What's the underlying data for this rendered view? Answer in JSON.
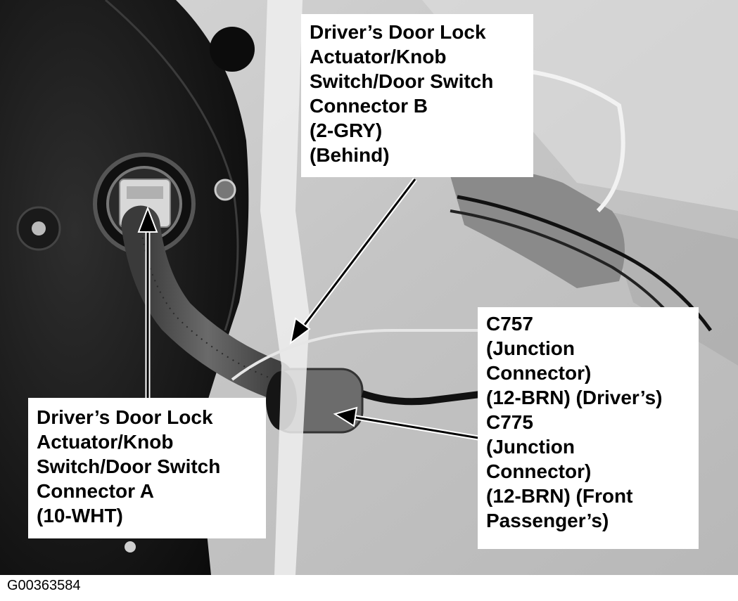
{
  "callouts": {
    "connector_b": {
      "lines": [
        "Driver’s Door Lock",
        "Actuator/Knob",
        "Switch/Door Switch",
        "Connector B",
        "(2-GRY)",
        "(Behind)"
      ]
    },
    "connector_a": {
      "lines": [
        "Driver’s Door Lock",
        "Actuator/Knob",
        "Switch/Door Switch",
        "Connector A",
        "(10-WHT)"
      ]
    },
    "junction": {
      "lines": [
        "C757",
        "(Junction",
        "Connector)",
        "(12-BRN) (Driver’s)",
        "C775",
        "(Junction",
        "Connector)",
        "(12-BRN) (Front",
        "Passenger’s)"
      ]
    }
  },
  "figure_id": "G00363584"
}
